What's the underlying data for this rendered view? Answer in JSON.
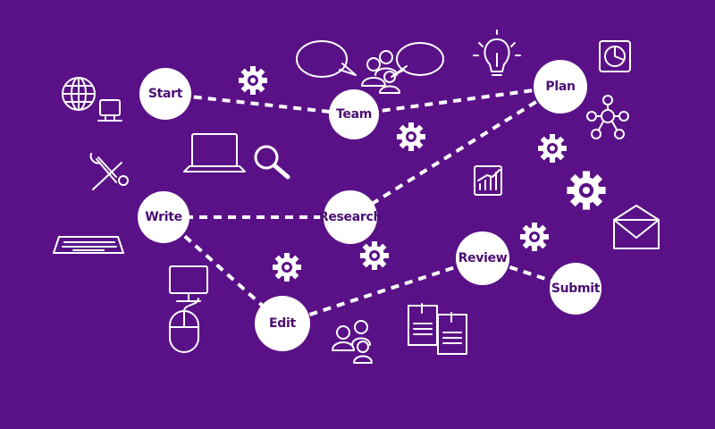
{
  "colors": {
    "background": "#5a1187",
    "node_fill": "#ffffff",
    "node_text": "#4a0f73",
    "line": "#ffffff"
  },
  "nodes": [
    {
      "id": "start",
      "label": "Start"
    },
    {
      "id": "team",
      "label": "Team"
    },
    {
      "id": "plan",
      "label": "Plan"
    },
    {
      "id": "research",
      "label": "Research"
    },
    {
      "id": "write",
      "label": "Write"
    },
    {
      "id": "edit",
      "label": "Edit"
    },
    {
      "id": "review",
      "label": "Review"
    },
    {
      "id": "submit",
      "label": "Submit"
    }
  ],
  "edges": [
    {
      "from": "start",
      "to": "team"
    },
    {
      "from": "team",
      "to": "plan"
    },
    {
      "from": "plan",
      "to": "research"
    },
    {
      "from": "research",
      "to": "write"
    },
    {
      "from": "write",
      "to": "edit"
    },
    {
      "from": "edit",
      "to": "review"
    },
    {
      "from": "review",
      "to": "submit"
    }
  ],
  "icons": [
    "globe-icon",
    "computer-icon",
    "chat-bubbles-icon",
    "people-icon",
    "lightbulb-icon",
    "pie-chart-icon",
    "network-icon",
    "gear-icon",
    "tools-icon",
    "laptop-icon",
    "magnifier-icon",
    "bar-chart-icon",
    "envelope-icon",
    "keyboard-icon",
    "desktop-icon",
    "mouse-icon",
    "documents-icon"
  ]
}
